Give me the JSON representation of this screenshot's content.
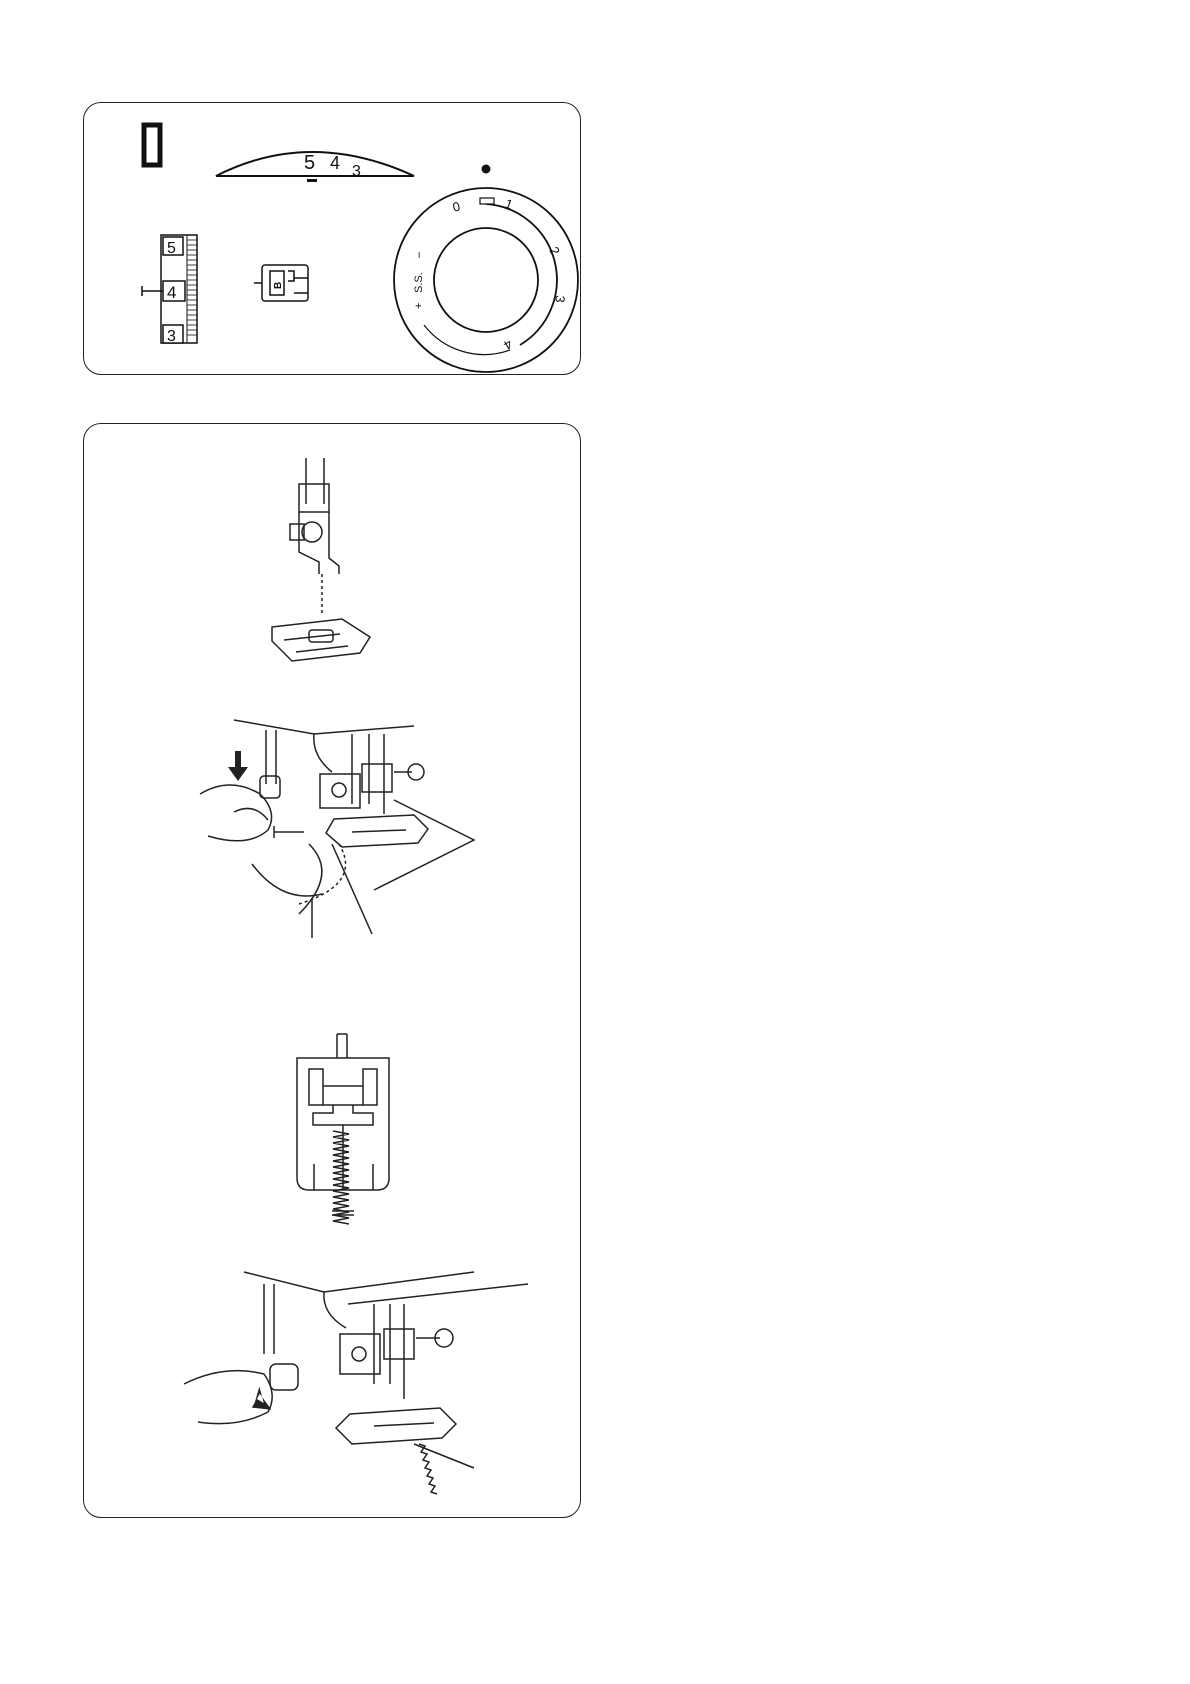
{
  "settings_panel": {
    "pattern_symbol": "straight-stitch-pattern",
    "tension_scale": [
      "5",
      "4",
      "3"
    ],
    "thread_tension_dial": [
      "5",
      "4",
      "3"
    ],
    "presser_foot_label": "B",
    "stitch_length_dial": {
      "marks": [
        "0",
        "1",
        "2",
        "3",
        "4"
      ],
      "ss_label": "S.S.",
      "plus": "+",
      "minus": "–"
    }
  },
  "illustrations": [
    "attach-presser-foot",
    "lower-buttonhole-lever",
    "buttonhole-foot-zigzag",
    "pull-buttonhole-lever"
  ],
  "colors": {
    "line": "#222222",
    "background": "#ffffff"
  }
}
